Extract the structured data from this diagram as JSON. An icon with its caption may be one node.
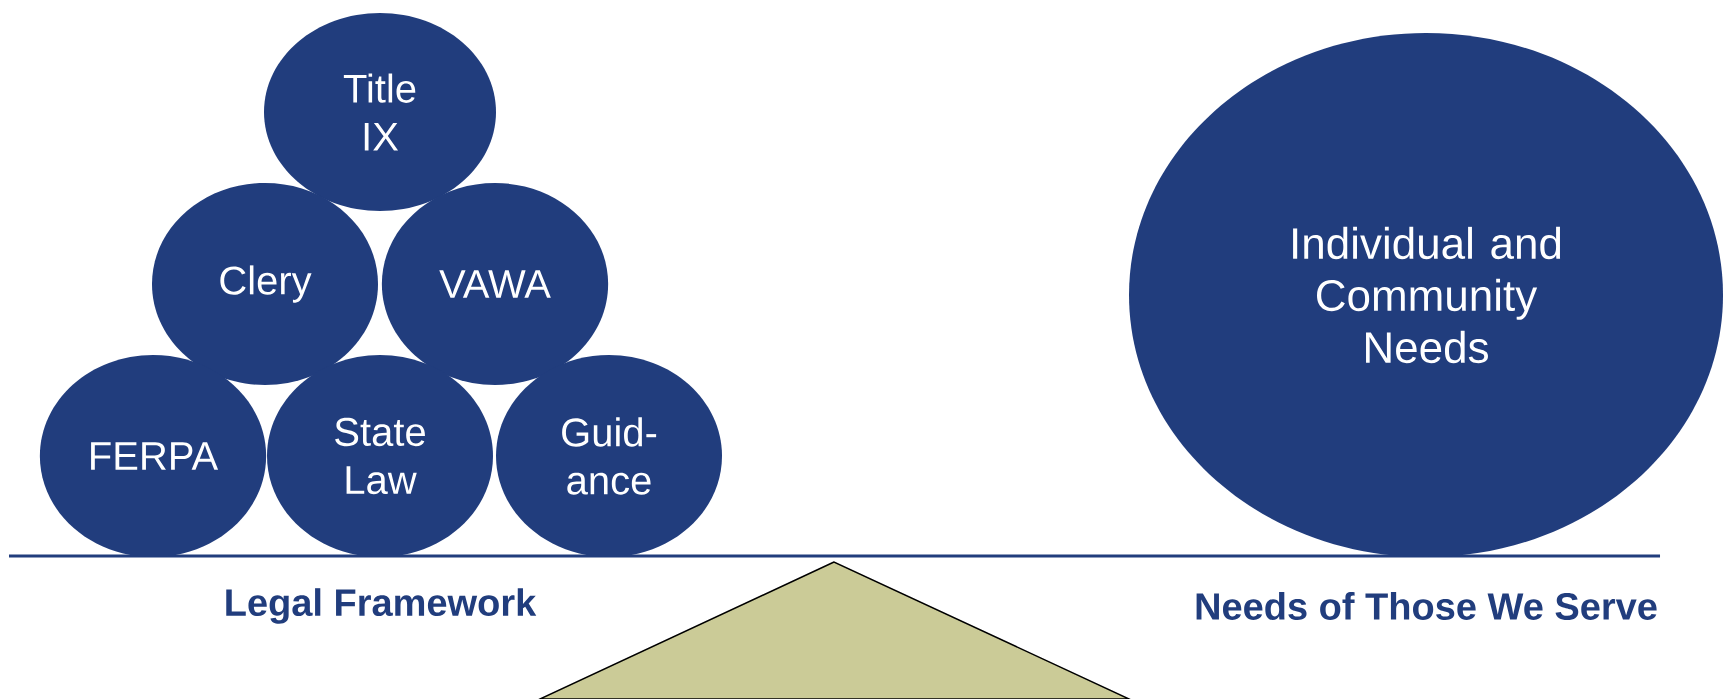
{
  "diagram": {
    "nodes": [
      {
        "text": [
          "Title IX"
        ]
      },
      {
        "text": [
          "Clery"
        ]
      },
      {
        "text": [
          "VAWA"
        ]
      },
      {
        "text": [
          "FERPA"
        ]
      },
      {
        "text": [
          "State Law"
        ]
      },
      {
        "text": [
          "Guid-ance"
        ]
      },
      {
        "text": [
          "Individual and Community Needs"
        ]
      }
    ],
    "edges": [],
    "labels": [
      "Legal Framework",
      "Needs of Those We Serve"
    ]
  }
}
